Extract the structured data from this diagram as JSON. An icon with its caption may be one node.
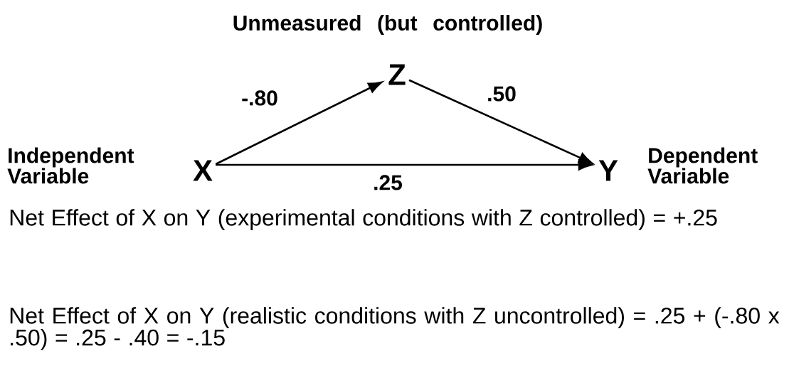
{
  "diagram": {
    "nodes": [
      {
        "text": [
          "X"
        ],
        "beside": [
          "Independent Variable"
        ]
      },
      {
        "text": [
          "Z"
        ],
        "beside": [
          "Unmeasured (but controlled)"
        ]
      },
      {
        "text": [
          "Y"
        ],
        "beside": [
          "Dependent Variable"
        ]
      }
    ],
    "edges": [
      {
        "from": 0,
        "to": 1,
        "arrow": "to",
        "label": "-.80"
      },
      {
        "from": 1,
        "to": 2,
        "arrow": "to",
        "label": ".50"
      },
      {
        "from": 0,
        "to": 2,
        "arrow": "to",
        "label": ".25"
      }
    ],
    "labels": [
      "Net Effect of X on Y (experimental conditions with Z controlled) = +.25",
      "Net Effect of X on Y (realistic conditions with Z uncontrolled) = .25 + (-.80 x .50) = .25 - .40 = -.15"
    ]
  }
}
